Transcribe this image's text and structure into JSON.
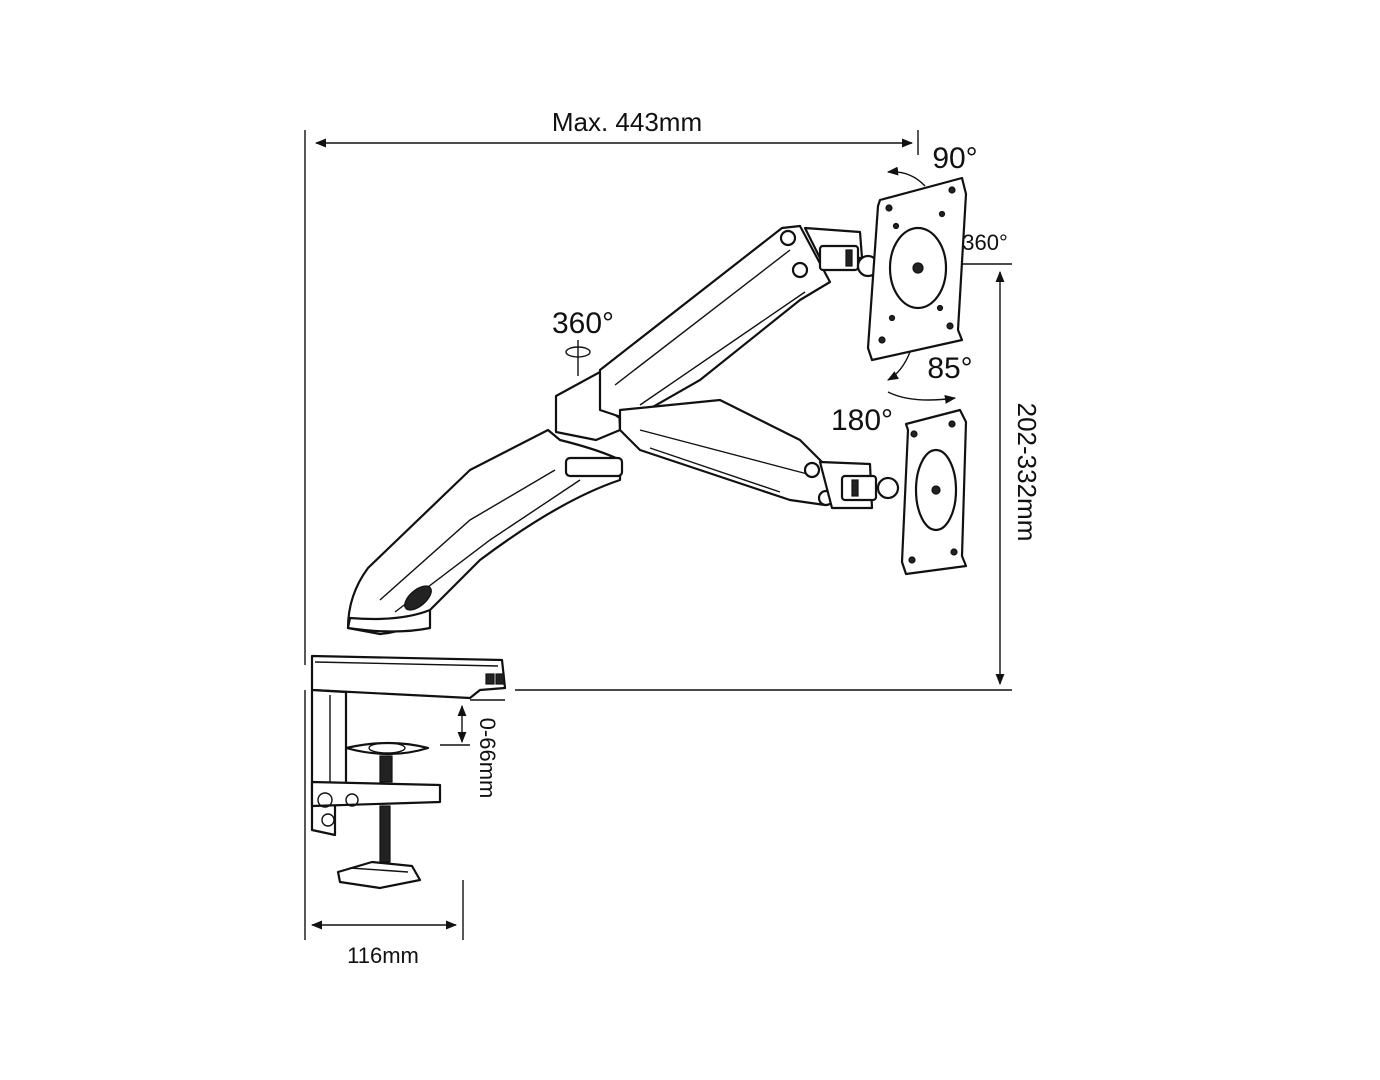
{
  "dimensions": {
    "max_reach": "Max. 443mm",
    "height_range": "202-332mm",
    "clamp_depth": "0-66mm",
    "clamp_width": "116mm"
  },
  "angles": {
    "monitor_tilt": "90°",
    "monitor_rotation": "360°",
    "monitor_swivel": "85°",
    "arm_swivel": "180°",
    "base_rotation": "360°"
  }
}
